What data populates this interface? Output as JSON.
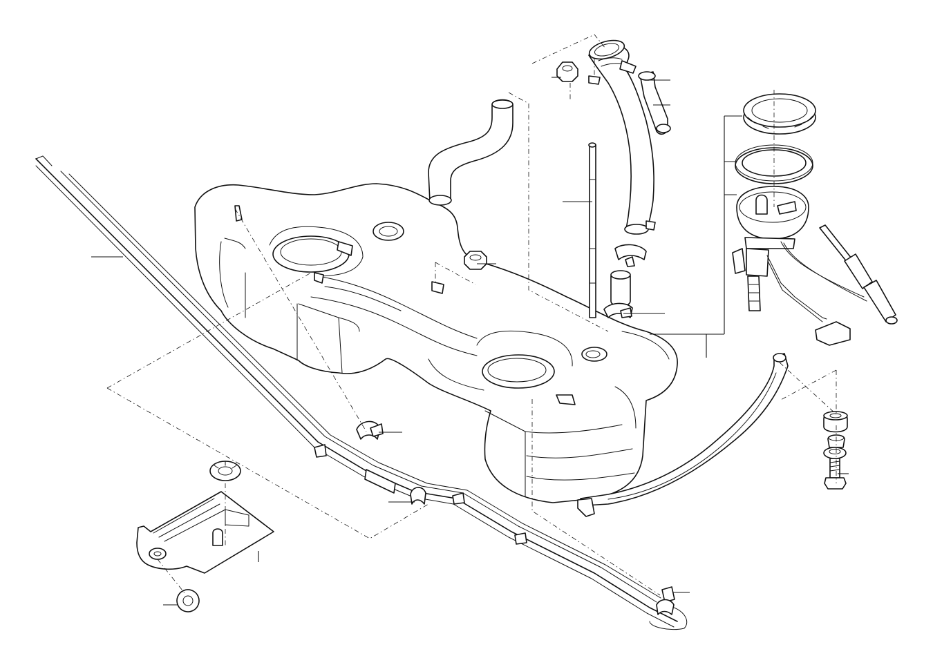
{
  "diagram": {
    "kind": "exploded-parts-view",
    "parts": [
      {
        "id": "fuel-tank",
        "icon": "fuel-tank-icon"
      },
      {
        "id": "filler-neck",
        "icon": "filler-neck-icon"
      },
      {
        "id": "filler-vent-hose",
        "icon": "hose-icon"
      },
      {
        "id": "vent-pipe",
        "icon": "pipe-icon"
      },
      {
        "id": "hex-nut-upper",
        "icon": "hex-nut-icon"
      },
      {
        "id": "hex-nut-tank",
        "icon": "hex-nut-icon"
      },
      {
        "id": "hose-clip-upper",
        "icon": "hose-clamp-icon"
      },
      {
        "id": "hose-segment",
        "icon": "hose-icon"
      },
      {
        "id": "hose-clamp-lower",
        "icon": "hose-clamp-icon"
      },
      {
        "id": "lock-ring",
        "icon": "lock-ring-icon"
      },
      {
        "id": "seal-ring",
        "icon": "seal-ring-icon"
      },
      {
        "id": "fuel-pump-sender",
        "icon": "fuel-pump-icon"
      },
      {
        "id": "fuel-line-connector",
        "icon": "connector-icon"
      },
      {
        "id": "fuel-lines",
        "icon": "fuel-line-icon"
      },
      {
        "id": "line-clip-upper",
        "icon": "clip-icon"
      },
      {
        "id": "line-clip-lower",
        "icon": "clip-icon"
      },
      {
        "id": "line-end-clip",
        "icon": "clip-icon"
      },
      {
        "id": "tank-strap",
        "icon": "tank-strap-icon"
      },
      {
        "id": "rubber-mount",
        "icon": "rubber-mount-icon"
      },
      {
        "id": "spacer-sleeve",
        "icon": "sleeve-icon"
      },
      {
        "id": "washer",
        "icon": "washer-icon"
      },
      {
        "id": "hex-bolt",
        "icon": "bolt-icon"
      },
      {
        "id": "heat-shield",
        "icon": "heat-shield-icon"
      },
      {
        "id": "speed-nut-top",
        "icon": "speed-nut-icon"
      },
      {
        "id": "speed-nut-bottom",
        "icon": "speed-nut-icon"
      }
    ],
    "colors": {
      "line": "#111111",
      "background": "#ffffff"
    }
  }
}
